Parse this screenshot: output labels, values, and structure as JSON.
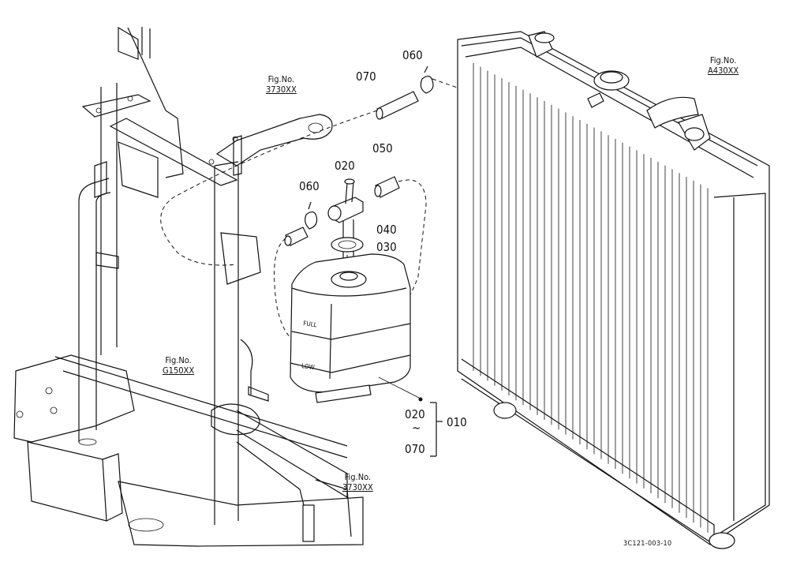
{
  "parts": [
    {
      "id": "070",
      "label": "070"
    },
    {
      "id": "060a",
      "label": "060"
    },
    {
      "id": "050",
      "label": "050"
    },
    {
      "id": "020",
      "label": "020"
    },
    {
      "id": "060b",
      "label": "060"
    },
    {
      "id": "040",
      "label": "040"
    },
    {
      "id": "030",
      "label": "030"
    }
  ],
  "assembly": {
    "from": "020",
    "to": "070",
    "id": "010"
  },
  "fig_refs": [
    {
      "top": "Fig.No.",
      "code": "3730XX"
    },
    {
      "top": "Fig.No.",
      "code": "A430XX"
    },
    {
      "top": "Fig.No.",
      "code": "G150XX"
    },
    {
      "top": "Fig.No.",
      "code": "3730XX"
    }
  ],
  "tank_marks": {
    "full": "FULL",
    "low": "LOW"
  },
  "drawing_code": "3C121-003-10"
}
